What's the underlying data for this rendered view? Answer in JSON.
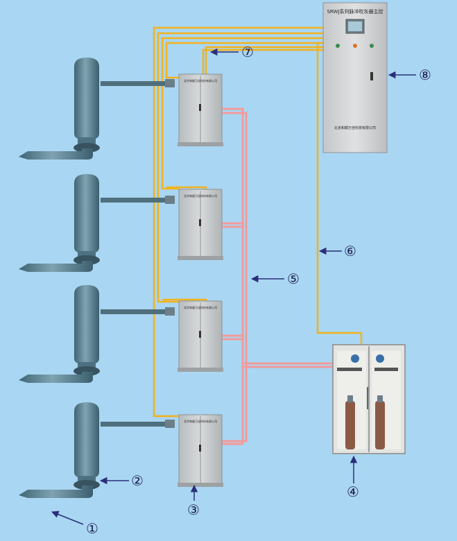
{
  "main_cabinet": {
    "title": "SRWJ系列脉冲吹灰器主控",
    "company": "北京和顺万佳科技有限公司"
  },
  "sub_cabinet": {
    "plate": "北京和顺万佳科技有限公司"
  },
  "callouts": {
    "c1": "①",
    "c2": "②",
    "c3": "③",
    "c4": "④",
    "c5": "⑤",
    "c6": "⑥",
    "c7": "⑦",
    "c8": "⑧"
  },
  "colors": {
    "background": "#a9d6f2",
    "signal_wire": "#f2b21c",
    "gas_pipe": "#f39a9a",
    "blower_body": "#5d8392",
    "cabinet": "#c9cccd",
    "arrow": "#2a2f7a"
  }
}
